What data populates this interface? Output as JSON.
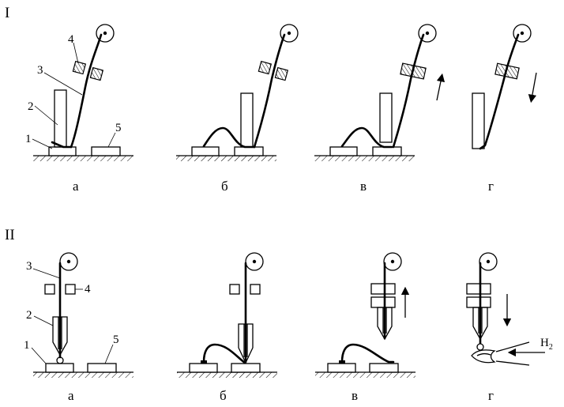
{
  "sections": [
    {
      "roman": "I",
      "labels": [
        "1",
        "2",
        "3",
        "4",
        "5"
      ],
      "captions": [
        "а",
        "б",
        "в",
        "г"
      ]
    },
    {
      "roman": "II",
      "labels": [
        "1",
        "2",
        "3",
        "4",
        "5"
      ],
      "captions": [
        "а",
        "б",
        "в",
        "г"
      ],
      "gas_label": "H",
      "gas_subscript": "2"
    }
  ]
}
